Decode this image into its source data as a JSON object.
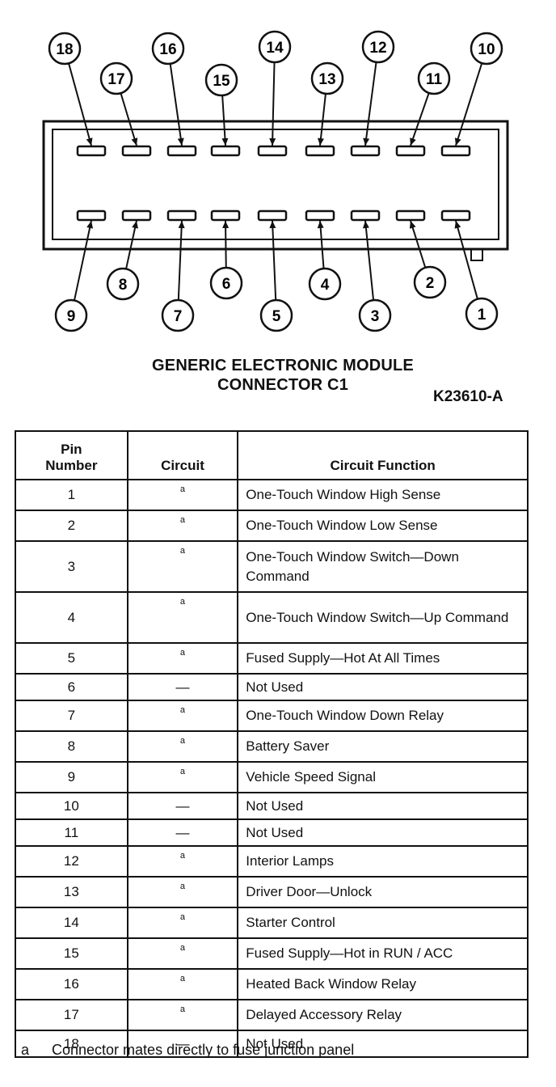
{
  "diagram": {
    "top_pins": [
      "18",
      "17",
      "16",
      "15",
      "14",
      "13",
      "12",
      "11",
      "10"
    ],
    "bottom_pins": [
      "9",
      "8",
      "7",
      "6",
      "5",
      "4",
      "3",
      "2",
      "1"
    ],
    "title_line1": "GENERIC ELECTRONIC MODULE",
    "title_line2": "CONNECTOR C1",
    "figure_code": "K23610-A"
  },
  "table": {
    "headers": {
      "pin_line1": "Pin",
      "pin_line2": "Number",
      "circuit": "Circuit",
      "function": "Circuit Function"
    },
    "rows": [
      {
        "pin": "1",
        "circuit": "a",
        "function": "One-Touch Window High Sense"
      },
      {
        "pin": "2",
        "circuit": "a",
        "function": "One-Touch Window Low Sense"
      },
      {
        "pin": "3",
        "circuit": "a",
        "function": "One-Touch Window Switch—Down Command"
      },
      {
        "pin": "4",
        "circuit": "a",
        "function": "One-Touch Window Switch—Up Command"
      },
      {
        "pin": "5",
        "circuit": "a",
        "function": "Fused Supply—Hot At All Times"
      },
      {
        "pin": "6",
        "circuit": "—",
        "function": "Not Used"
      },
      {
        "pin": "7",
        "circuit": "a",
        "function": "One-Touch Window Down Relay"
      },
      {
        "pin": "8",
        "circuit": "a",
        "function": "Battery Saver"
      },
      {
        "pin": "9",
        "circuit": "a",
        "function": "Vehicle Speed Signal"
      },
      {
        "pin": "10",
        "circuit": "—",
        "function": "Not Used"
      },
      {
        "pin": "11",
        "circuit": "—",
        "function": "Not Used"
      },
      {
        "pin": "12",
        "circuit": "a",
        "function": "Interior Lamps"
      },
      {
        "pin": "13",
        "circuit": "a",
        "function": "Driver Door—Unlock"
      },
      {
        "pin": "14",
        "circuit": "a",
        "function": "Starter Control"
      },
      {
        "pin": "15",
        "circuit": "a",
        "function": "Fused Supply—Hot in RUN / ACC"
      },
      {
        "pin": "16",
        "circuit": "a",
        "function": "Heated Back Window Relay"
      },
      {
        "pin": "17",
        "circuit": "a",
        "function": "Delayed Accessory Relay"
      },
      {
        "pin": "18",
        "circuit": "—",
        "function": "Not Used"
      }
    ]
  },
  "footnote": {
    "mark": "a",
    "text": "Connector mates directly to fuse junction panel"
  }
}
